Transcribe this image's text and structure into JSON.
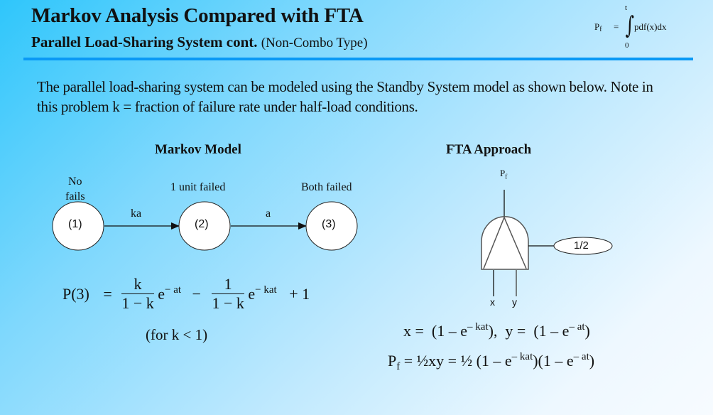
{
  "header": {
    "title": "Markov Analysis Compared with FTA",
    "subtitle": "Parallel Load-Sharing System cont.",
    "subtitle_note": "(Non-Combo Type)",
    "divider_color": "#0a99f5",
    "formula": {
      "lhs": "P",
      "lhs_sub": "f",
      "equals": "=",
      "integral": "∫",
      "upper_limit": "t",
      "lower_limit": "0",
      "integrand": "pdf(x)dx"
    }
  },
  "intro": {
    "text": "The parallel load-sharing system can be modeled using the Standby System model as shown below. Note in this problem k = fraction of failure rate under half-load conditions."
  },
  "markov": {
    "heading": "Markov Model",
    "states": [
      {
        "id": "(1)",
        "label_line1": "No",
        "label_line2": "fails"
      },
      {
        "id": "(2)",
        "label_line1": "1 unit failed",
        "label_line2": ""
      },
      {
        "id": "(3)",
        "label_line1": "Both failed",
        "label_line2": ""
      }
    ],
    "transitions": [
      {
        "from": "(1)",
        "to": "(2)",
        "rate": "ka"
      },
      {
        "from": "(2)",
        "to": "(3)",
        "rate": "a"
      }
    ],
    "equation": {
      "lhs": "P(3)",
      "equals": "=",
      "term1_num": "k",
      "term1_den": "1 − k",
      "term1_base": "e",
      "term1_exp": "− at",
      "minus": "−",
      "term2_num": "1",
      "term2_den": "1 − k",
      "term2_base": "e",
      "term2_exp": "− kat",
      "plus_const": "+ 1",
      "condition": "(for  k < 1)"
    }
  },
  "fta": {
    "heading": "FTA Approach",
    "top_event": "P",
    "top_event_sub": "f",
    "gate_type": "AND",
    "gate_factor": "1/2",
    "inputs": [
      "x",
      "y"
    ],
    "eq1": {
      "x_lhs": "x =",
      "x_rhs_open": "(1 – e",
      "x_exp": "– kat",
      "x_rhs_close": "),",
      "y_lhs": "y =",
      "y_rhs_open": "(1 – e",
      "y_exp": "– at",
      "y_rhs_close": ")"
    },
    "eq2": {
      "lhs": "P",
      "lhs_sub": "f",
      "mid": "= ½xy = ½ (1 – e",
      "exp1": "– kat",
      "mid2": ")(1 – e",
      "exp2": "– at",
      "close": ")"
    }
  }
}
